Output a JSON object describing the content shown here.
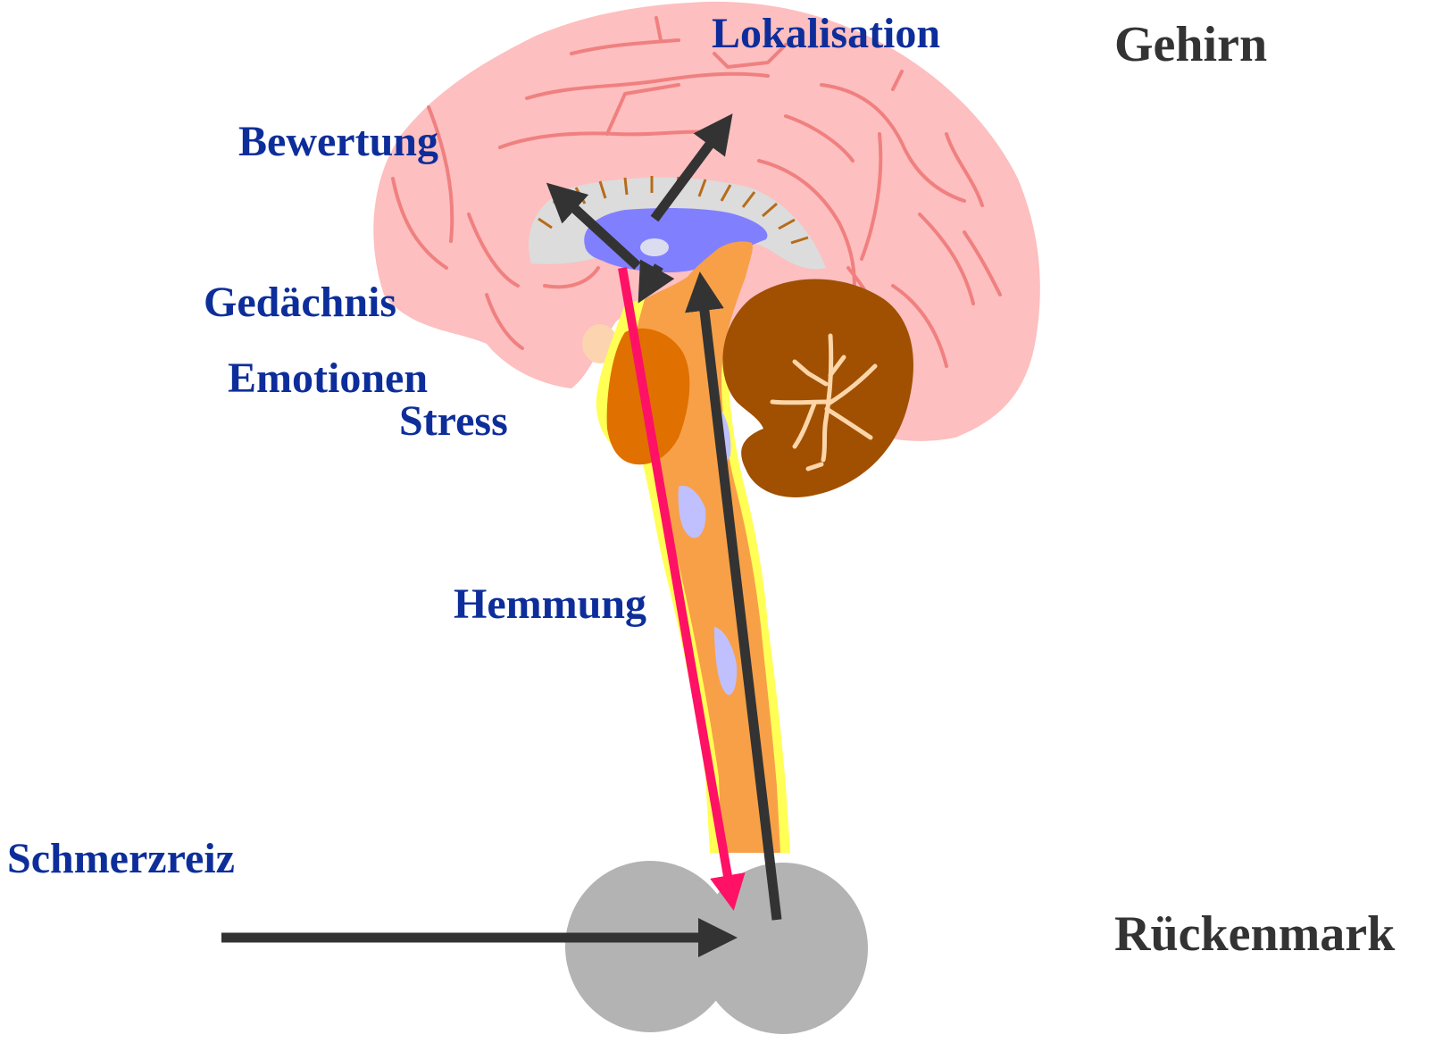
{
  "labels": {
    "lokalisation": "Lokalisation",
    "gehirn": "Gehirn",
    "bewertung": "Bewertung",
    "gedaechnis": "Gedächnis",
    "emotionen": "Emotionen",
    "stress": "Stress",
    "hemmung": "Hemmung",
    "schmerzreiz": "Schmerzreiz",
    "rueckenmark": "Rückenmark"
  },
  "colors": {
    "label_blue": "#0d2e9a",
    "label_dark": "#333333",
    "cerebrum": "#fdbfbf",
    "gyri": "#f08080",
    "corpus_callosum": "#dcdcdc",
    "thalamus": "#8080ff",
    "brainstem": "#f8a048",
    "brainstem_outline": "#ffff55",
    "midbrain": "#e07000",
    "cerebellum": "#a05000",
    "cerebellum_branches": "#fcd5a8",
    "spinal_cord": "#b3b3b3",
    "ascending_arrow": "#333333",
    "descending_arrow": "#ff1166"
  }
}
